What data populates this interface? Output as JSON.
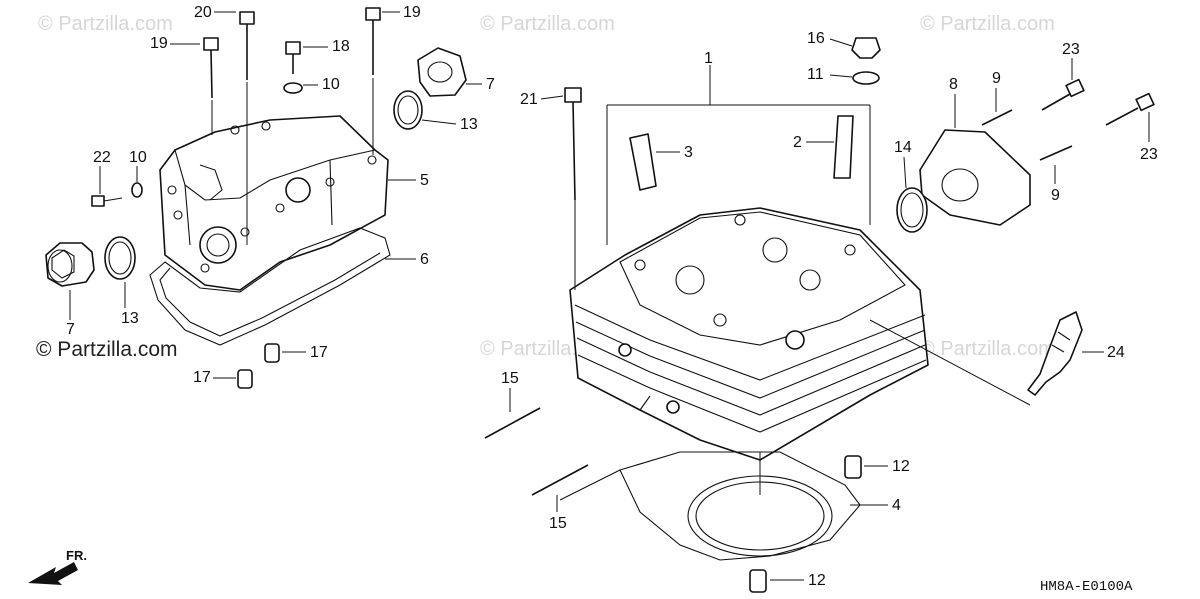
{
  "watermarks": {
    "tl": "© Partzilla.com",
    "tc": "© Partzilla.com",
    "tr": "© Partzilla.com",
    "ml": "© Partzilla.com",
    "mc": "© Partzilla.com",
    "mr": "© Partzilla.com"
  },
  "callouts": {
    "c1": "1",
    "c2": "2",
    "c3": "3",
    "c4": "4",
    "c5": "5",
    "c6": "6",
    "c7a": "7",
    "c7b": "7",
    "c8": "8",
    "c9a": "9",
    "c9b": "9",
    "c10a": "10",
    "c10b": "10",
    "c11": "11",
    "c12a": "12",
    "c12b": "12",
    "c13a": "13",
    "c13b": "13",
    "c14": "14",
    "c15a": "15",
    "c15b": "15",
    "c16": "16",
    "c17a": "17",
    "c17b": "17",
    "c18": "18",
    "c19a": "19",
    "c19b": "19",
    "c20": "20",
    "c21": "21",
    "c22": "22",
    "c23a": "23",
    "c23b": "23",
    "c24": "24"
  },
  "direction_label": "FR.",
  "diagram_code": "HM8A-E0100A"
}
